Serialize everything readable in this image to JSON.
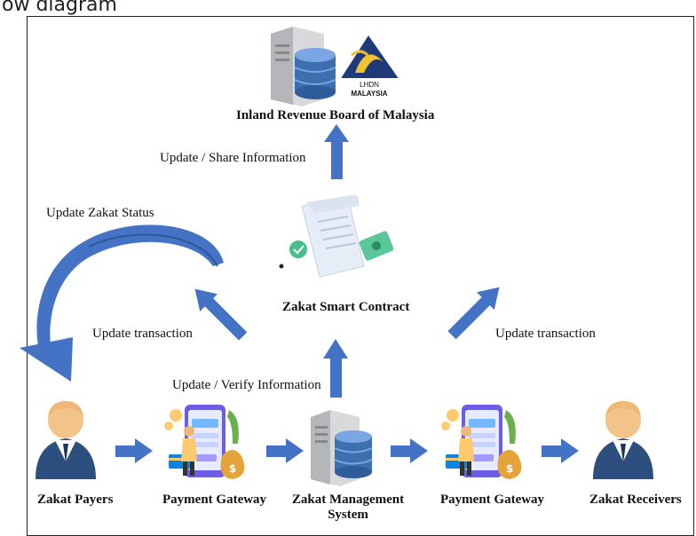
{
  "header_fragment": "ow diagram",
  "nodes": {
    "irb": "Inland Revenue Board of Malaysia",
    "irb_logo_top": "LHDN",
    "irb_logo_bottom": "MALAYSIA",
    "smart_contract": "Zakat Smart Contract",
    "payers": "Zakat Payers",
    "gateway_left": "Payment Gateway",
    "management_line1": "Zakat Management",
    "management_line2": "System",
    "gateway_right": "Payment Gateway",
    "receivers": "Zakat Receivers"
  },
  "edges": {
    "update_share": "Update / Share Information",
    "update_status": "Update Zakat Status",
    "update_tx_left": "Update transaction",
    "update_verify": "Update / Verify Information",
    "update_tx_right": "Update transaction"
  },
  "colors": {
    "arrow": "#4472c4",
    "arrow_dark": "#2f5597",
    "person": "#f2c48a",
    "suit": "#2c4f80",
    "server": "#8e8f92",
    "db": "#3e6fb0"
  }
}
